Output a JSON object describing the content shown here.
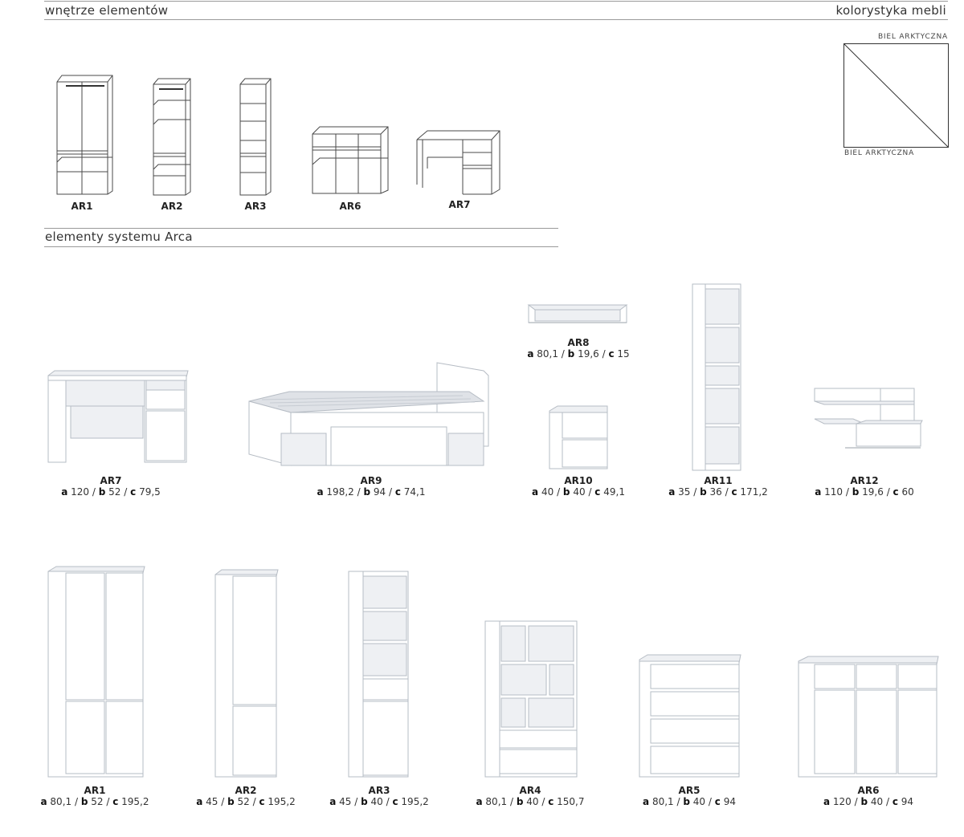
{
  "header": {
    "left_title": "wnętrze elementów",
    "right_title": "kolorystyka mebli",
    "system_title": "elementy systemu Arca"
  },
  "swatch": {
    "top_label": "BIEL ARKTYCZNA",
    "bottom_label": "BIEL ARKTYCZNA",
    "colors": {
      "primary": "#ffffff",
      "outline": "#333333"
    }
  },
  "interior": [
    {
      "code": "AR1"
    },
    {
      "code": "AR2"
    },
    {
      "code": "AR3"
    },
    {
      "code": "AR6"
    },
    {
      "code": "AR7"
    }
  ],
  "products": [
    {
      "code": "AR8",
      "a": "80,1",
      "b": "19,6",
      "c": "15"
    },
    {
      "code": "AR7",
      "a": "120",
      "b": "52",
      "c": "79,5"
    },
    {
      "code": "AR9",
      "a": "198,2",
      "b": "94",
      "c": "74,1"
    },
    {
      "code": "AR10",
      "a": "40",
      "b": "40",
      "c": "49,1"
    },
    {
      "code": "AR11",
      "a": "35",
      "b": "36",
      "c": "171,2"
    },
    {
      "code": "AR12",
      "a": "110",
      "b": "19,6",
      "c": "60"
    },
    {
      "code": "AR1",
      "a": "80,1",
      "b": "52",
      "c": "195,2"
    },
    {
      "code": "AR2",
      "a": "45",
      "b": "52",
      "c": "195,2"
    },
    {
      "code": "AR3",
      "a": "45",
      "b": "40",
      "c": "195,2"
    },
    {
      "code": "AR4",
      "a": "80,1",
      "b": "40",
      "c": "150,7"
    },
    {
      "code": "AR5",
      "a": "80,1",
      "b": "40",
      "c": "94"
    },
    {
      "code": "AR6",
      "a": "120",
      "b": "40",
      "c": "94"
    }
  ],
  "dim_keys": {
    "a": "a",
    "b": "b",
    "c": "c",
    "sep": " / "
  }
}
